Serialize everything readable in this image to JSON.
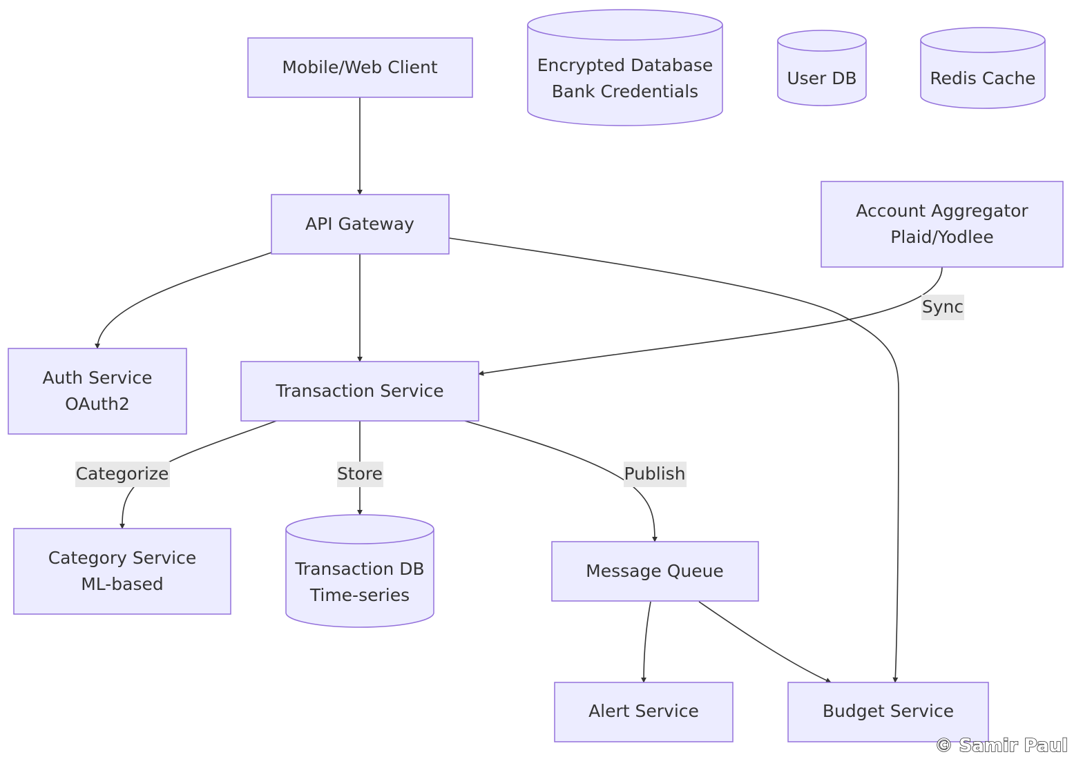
{
  "nodes": {
    "client": {
      "lines": [
        "Mobile/Web Client"
      ]
    },
    "encrypted_db": {
      "lines": [
        "Encrypted Database",
        "Bank Credentials"
      ]
    },
    "user_db": {
      "lines": [
        "User DB"
      ]
    },
    "redis": {
      "lines": [
        "Redis Cache"
      ]
    },
    "gateway": {
      "lines": [
        "API Gateway"
      ]
    },
    "aggregator": {
      "lines": [
        "Account Aggregator",
        "Plaid/Yodlee"
      ]
    },
    "auth": {
      "lines": [
        "Auth Service",
        "OAuth2"
      ]
    },
    "transaction": {
      "lines": [
        "Transaction Service"
      ]
    },
    "category": {
      "lines": [
        "Category Service",
        "ML-based"
      ]
    },
    "transaction_db": {
      "lines": [
        "Transaction DB",
        "Time-series"
      ]
    },
    "queue": {
      "lines": [
        "Message Queue"
      ]
    },
    "alert": {
      "lines": [
        "Alert Service"
      ]
    },
    "budget": {
      "lines": [
        "Budget Service"
      ]
    }
  },
  "edges": [
    {
      "from": "client",
      "to": "gateway",
      "label": ""
    },
    {
      "from": "gateway",
      "to": "auth",
      "label": ""
    },
    {
      "from": "gateway",
      "to": "transaction",
      "label": ""
    },
    {
      "from": "gateway",
      "to": "budget",
      "label": ""
    },
    {
      "from": "aggregator",
      "to": "transaction",
      "label": "Sync"
    },
    {
      "from": "transaction",
      "to": "category",
      "label": "Categorize"
    },
    {
      "from": "transaction",
      "to": "transaction_db",
      "label": "Store"
    },
    {
      "from": "transaction",
      "to": "queue",
      "label": "Publish"
    },
    {
      "from": "queue",
      "to": "alert",
      "label": ""
    },
    {
      "from": "queue",
      "to": "budget",
      "label": ""
    }
  ],
  "watermark": "© Samir Paul",
  "colors": {
    "node_fill": "#ECECFF",
    "node_stroke": "#9370DB",
    "edge": "#333333",
    "label_bg": "#E8E8E8",
    "text": "#333333"
  }
}
